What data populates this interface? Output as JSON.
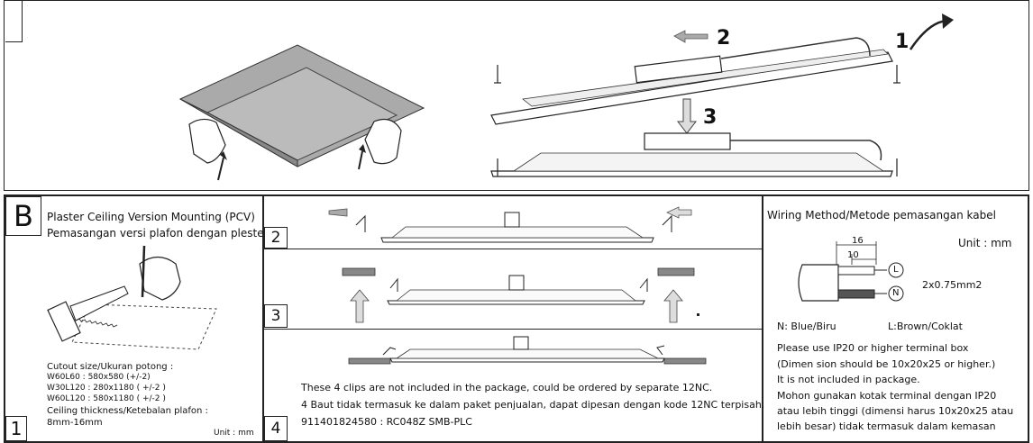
{
  "top": {
    "step_2": "2",
    "step_3": "3",
    "step_1": "1"
  },
  "sectionB": {
    "letter": "B",
    "title_en": "Plaster Ceiling  Version Mounting (PCV)",
    "title_id": "Pemasangan versi plafon dengan plester",
    "cutout_title": "Cutout size/Ukuran potong :",
    "cutouts": [
      "W60L60 : 580x580 (+/-2)",
      "W30L120 : 280x1180  ( +/-2 )",
      "W60L120 : 580x1180  ( +/-2 )"
    ],
    "thickness_label": "Ceiling thickness/Ketebalan plafon :",
    "thickness_value": "8mm-16mm",
    "unit": "Unit : mm",
    "step_1": "1"
  },
  "middle": {
    "step_2": "2",
    "step_3": "3",
    "step_4": "4",
    "note_en": "These 4 clips are not included in the package, could be ordered by separate 12NC.",
    "note_id": "4 Baut tidak termasuk ke dalam paket penjualan, dapat dipesan dengan kode 12NC terpisah.",
    "part_code": "911401824580  :   RC048Z SMB-PLC"
  },
  "wiring": {
    "title": "Wiring Method/Metode pemasangan kabel",
    "unit": "Unit : mm",
    "dim_16": "16",
    "dim_10": "10",
    "terminal_L": "L",
    "terminal_N": "N",
    "cable_spec": "2x0.75mm2",
    "legend_n": "N: Blue/Biru",
    "legend_l": "L:Brown/Coklat",
    "notes": [
      "Please use IP20 or higher terminal box",
      "(Dimen sion should be 10x20x25 or higher.)",
      "It is not included in package.",
      "Mohon gunakan kotak terminal dengan IP20",
      "atau lebih tinggi (dimensi harus 10x20x25 atau",
      "lebih besar) tidak termasuk dalam kemasan"
    ]
  }
}
